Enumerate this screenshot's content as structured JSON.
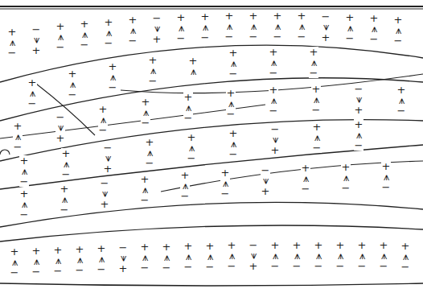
{
  "diagram": {
    "labels": [
      "+ ⩚ −",
      "− ⩛ +",
      "+ ⩚ −",
      "+ ⩚ −",
      "+ ⩚ −",
      "+ ⩚ −",
      "− ⩛ +",
      "+ ⩚ −",
      "+ ⩚ −",
      "+ ⩚ −",
      "+ ⩚ −",
      "+ ⩚ −",
      "+ ⩚ −",
      "− ⩛ +",
      "+ ⩚ −",
      "+ ⩚ −",
      "+ ⩚ −",
      "+ ⩚ −",
      "+ ⩚ −",
      "+ ⩚ −",
      "+ ⩚ −",
      "+ ⩚",
      "+ ⩚ −",
      "+ ⩚ −",
      "+ ⩚ −",
      "+ ⩚ −",
      "− ⩛ +",
      "+ ⩚ −",
      "+ ⩚ −",
      "+ ⩚ −",
      "+ ⩚ −",
      "+ ⩚ −",
      "+ ⩚ −",
      "− ⩛ +",
      "+ ⩚ −",
      "+ ⩚ −",
      "+ ⩚ −",
      "− ⩛ +",
      "+ ⩚ −",
      "+ ⩚ −",
      "+ ⩚ −",
      "− ⩛ +",
      "+ ⩚ −",
      "+ ⩚ −",
      "+ ⩚ −",
      "+ ⩚ −",
      "− ⩛ +",
      "+ ⩚ −",
      "+ ⩚ −",
      "+ ⩚ −",
      "− ⩛ +",
      "+ ⩚ −",
      "+ ⩚ −",
      "+ ⩚ −",
      "+ ⩚ −",
      "+ ⩚ −",
      "+ ⩚ −",
      "+ ⩚ −",
      "+ ⩚ −",
      "− ⩛ +",
      "+ ⩚ −",
      "+ ⩚ −",
      "+ ⩚ −",
      "+ ⩚ −",
      "+ ⩚ −",
      "− ⩛ +",
      "+ ⩚ −",
      "+ ⩚ −",
      "+ ⩚ −",
      "+ ⩚ −",
      "+ ⩚ −",
      "+ ⩚ −",
      "+ ⩚ −"
    ]
  }
}
